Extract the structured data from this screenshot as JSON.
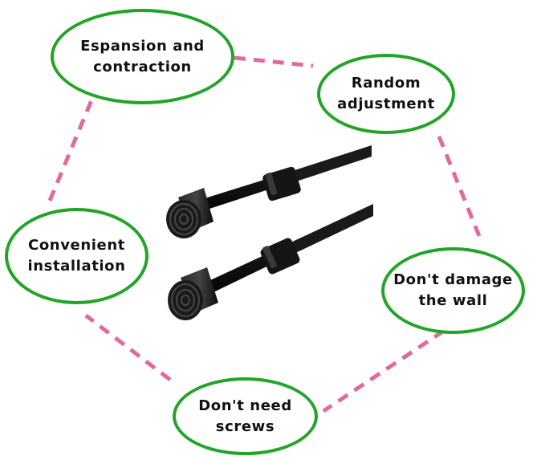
{
  "colors": {
    "node_border": "#22a428",
    "connector": "#e06b9a",
    "rod": "#161616",
    "rod_highlight": "#5c5c5c"
  },
  "product_image": {
    "icon": "tension-rods-icon"
  },
  "nodes": {
    "expansion": {
      "line1": "Espansion and",
      "line2": "contraction"
    },
    "random": {
      "line1": "Random",
      "line2": "adjustment"
    },
    "installation": {
      "line1": "Convenient",
      "line2": "installation"
    },
    "wall": {
      "line1": "Don't damage",
      "line2": "the wall"
    },
    "screws": {
      "line1": "Don't need",
      "line2": "screws"
    }
  }
}
